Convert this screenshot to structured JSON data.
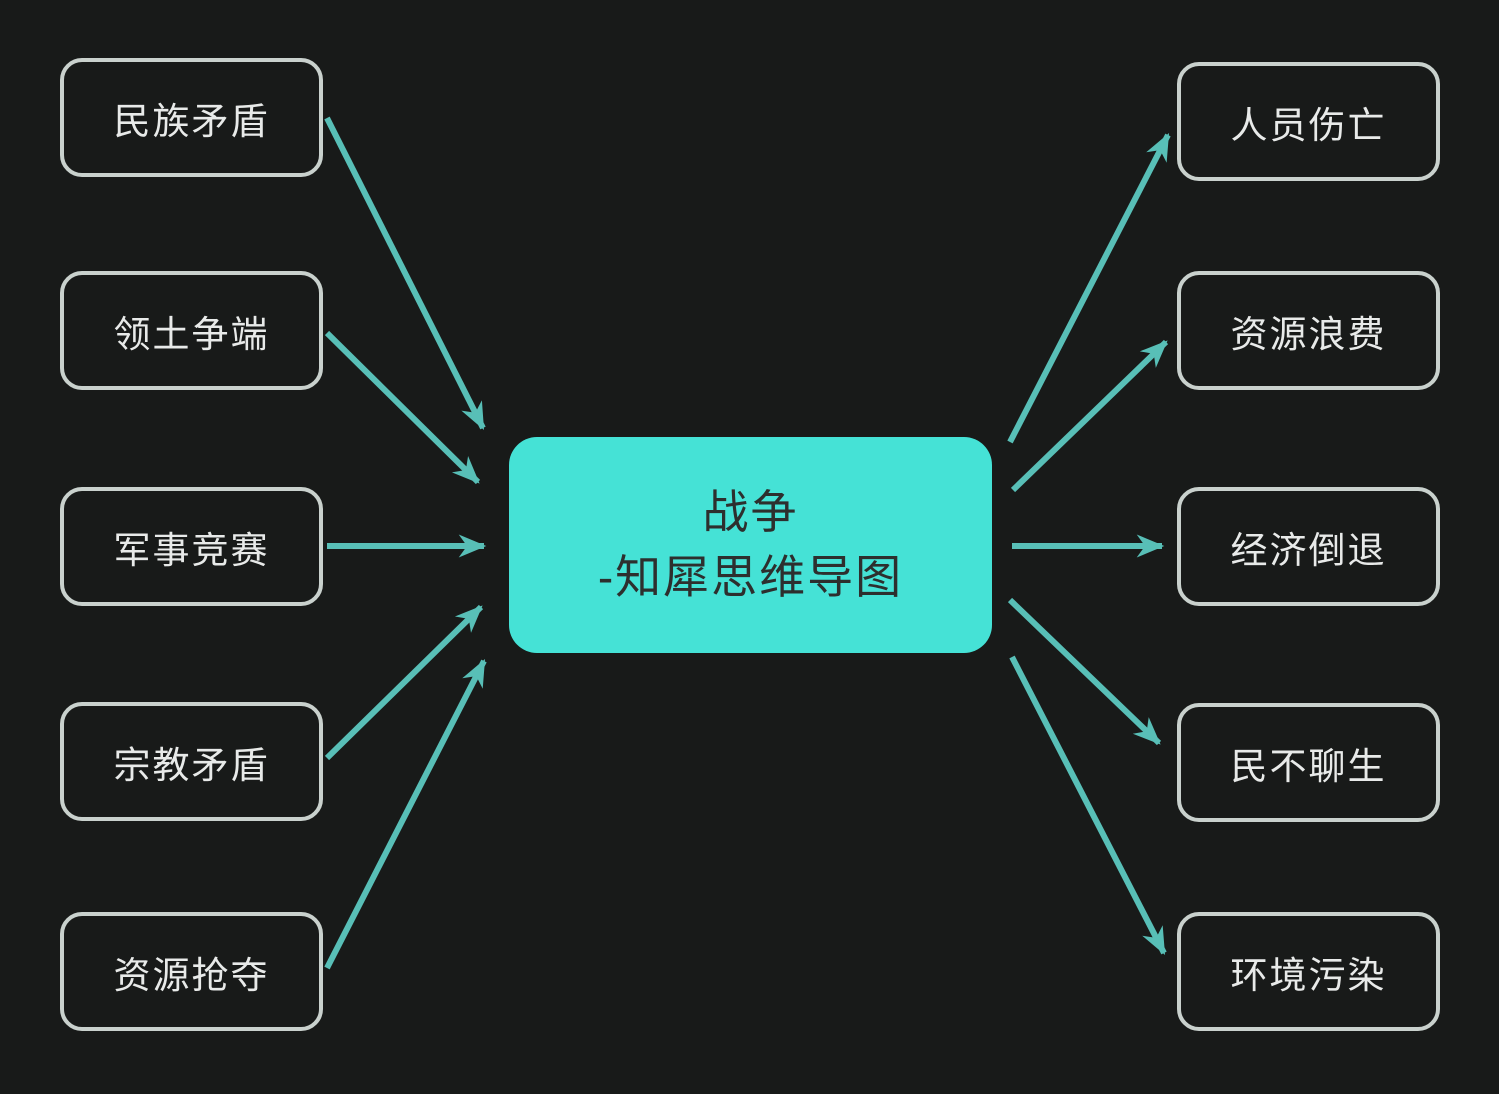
{
  "colors": {
    "background": "#181a19",
    "node_border": "#c9d1cd",
    "node_text": "#e8eae9",
    "root_background": "#45e2d6",
    "root_text": "#2d2f2e",
    "arrow": "#58bfb7"
  },
  "diagram": {
    "root": {
      "title": "战争",
      "subtitle": "-知犀思维导图"
    },
    "causes": [
      {
        "label": "民族矛盾"
      },
      {
        "label": "领土争端"
      },
      {
        "label": "军事竞赛"
      },
      {
        "label": "宗教矛盾"
      },
      {
        "label": "资源抢夺"
      }
    ],
    "effects": [
      {
        "label": "人员伤亡"
      },
      {
        "label": "资源浪费"
      },
      {
        "label": "经济倒退"
      },
      {
        "label": "民不聊生"
      },
      {
        "label": "环境污染"
      }
    ],
    "edges": [
      {
        "from": "民族矛盾",
        "to": "战争"
      },
      {
        "from": "领土争端",
        "to": "战争"
      },
      {
        "from": "军事竞赛",
        "to": "战争"
      },
      {
        "from": "宗教矛盾",
        "to": "战争"
      },
      {
        "from": "资源抢夺",
        "to": "战争"
      },
      {
        "from": "战争",
        "to": "人员伤亡"
      },
      {
        "from": "战争",
        "to": "资源浪费"
      },
      {
        "from": "战争",
        "to": "经济倒退"
      },
      {
        "from": "战争",
        "to": "民不聊生"
      },
      {
        "from": "战争",
        "to": "环境污染"
      }
    ]
  }
}
